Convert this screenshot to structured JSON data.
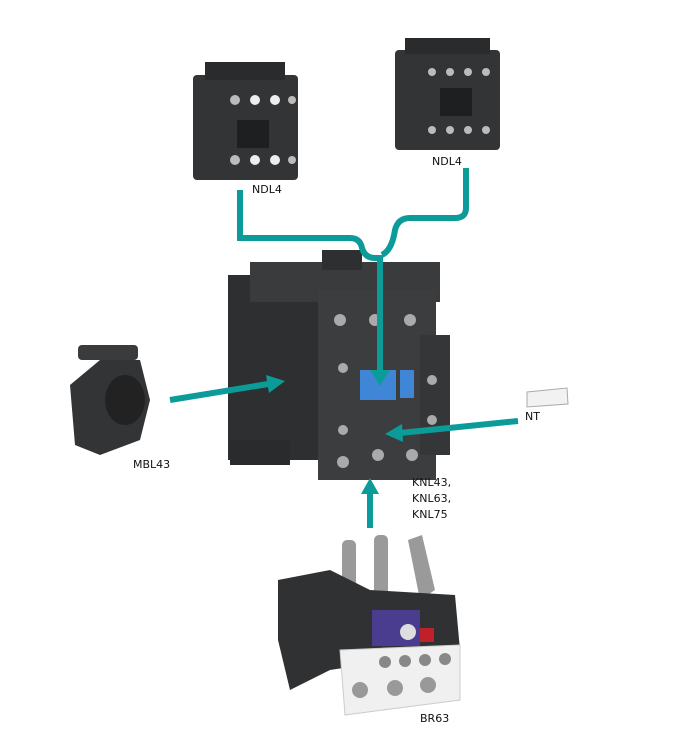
{
  "labels": {
    "ndl4_left": "NDL4",
    "ndl4_right": "NDL4",
    "mbl43": "MBL43",
    "nt": "NT",
    "knl": [
      "KNL43,",
      "KNL63,",
      "KNL75"
    ],
    "br63": "BR63"
  },
  "colors": {
    "arrow": "#0b9c99",
    "body": "#3a3b3c",
    "body_dark": "#252627",
    "accent_blue": "#3f86d6",
    "purple": "#4a3d8f",
    "red": "#c0202a"
  }
}
